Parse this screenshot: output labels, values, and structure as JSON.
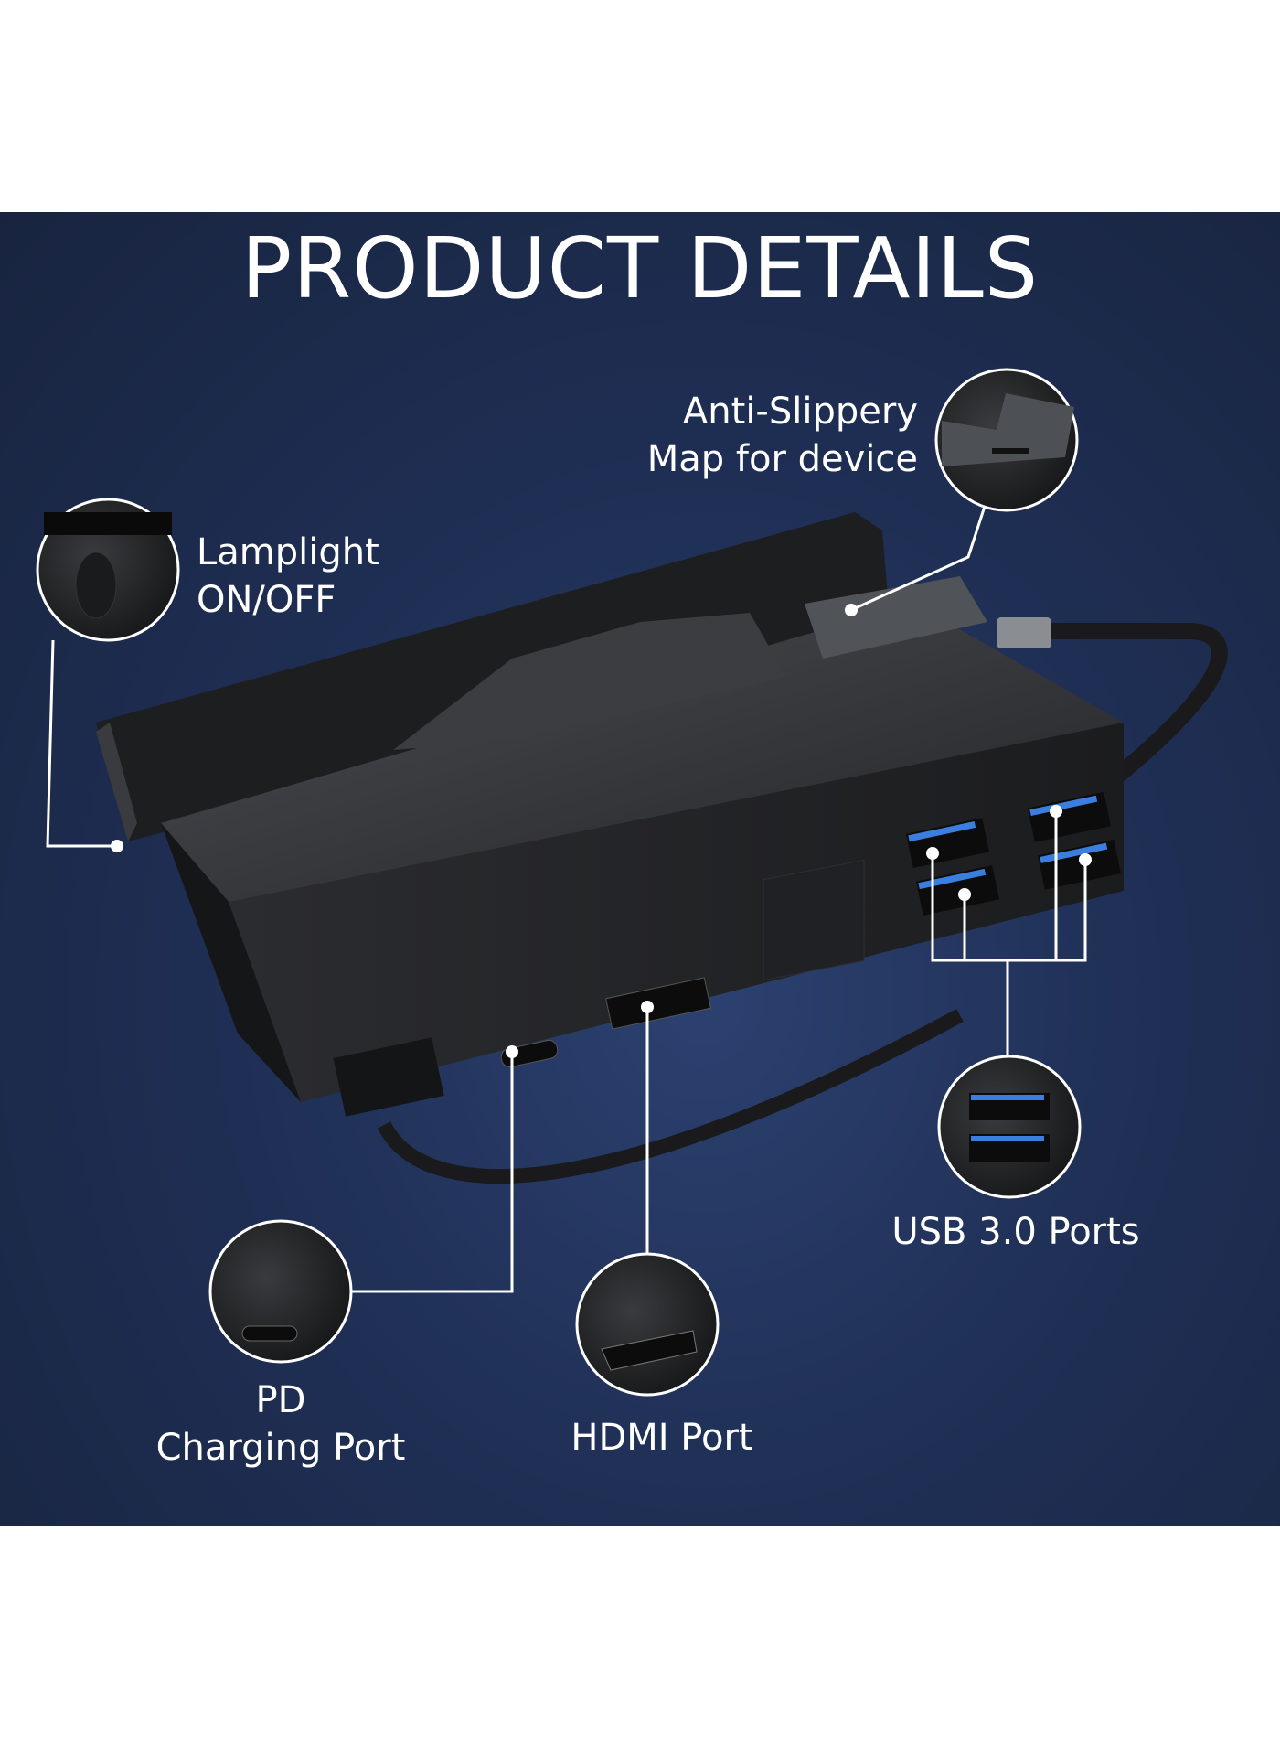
{
  "title": "PRODUCT DETAILS",
  "callouts": {
    "anti_slippery": {
      "line1": "Anti-Slippery",
      "line2": "Map for device",
      "icon": "anti-slip-pad-closeup"
    },
    "lamplight": {
      "line1": "Lamplight",
      "line2": "ON/OFF",
      "icon": "lamp-switch-closeup"
    },
    "usb": {
      "label": "USB 3.0 Ports",
      "icon": "usb-ports-closeup"
    },
    "pd": {
      "line1": "PD",
      "line2": "Charging Port",
      "icon": "usb-c-port-closeup"
    },
    "hdmi": {
      "label": "HDMI Port",
      "icon": "hdmi-port-closeup"
    }
  },
  "colors": {
    "background": "#1f2f55",
    "usb_accent": "#3a7fe0",
    "device": "#2a2b2e"
  }
}
